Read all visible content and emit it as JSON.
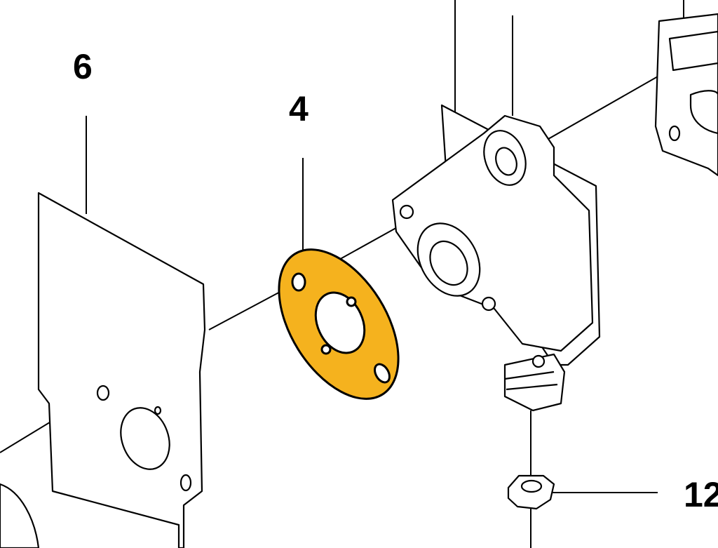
{
  "diagram": {
    "callouts": [
      {
        "id": "6",
        "label": "6"
      },
      {
        "id": "4",
        "label": "4"
      },
      {
        "id": "12",
        "label": "12"
      }
    ],
    "colors": {
      "highlight": "#F5B21E",
      "line": "#000000",
      "background": "#FFFFFF"
    }
  }
}
